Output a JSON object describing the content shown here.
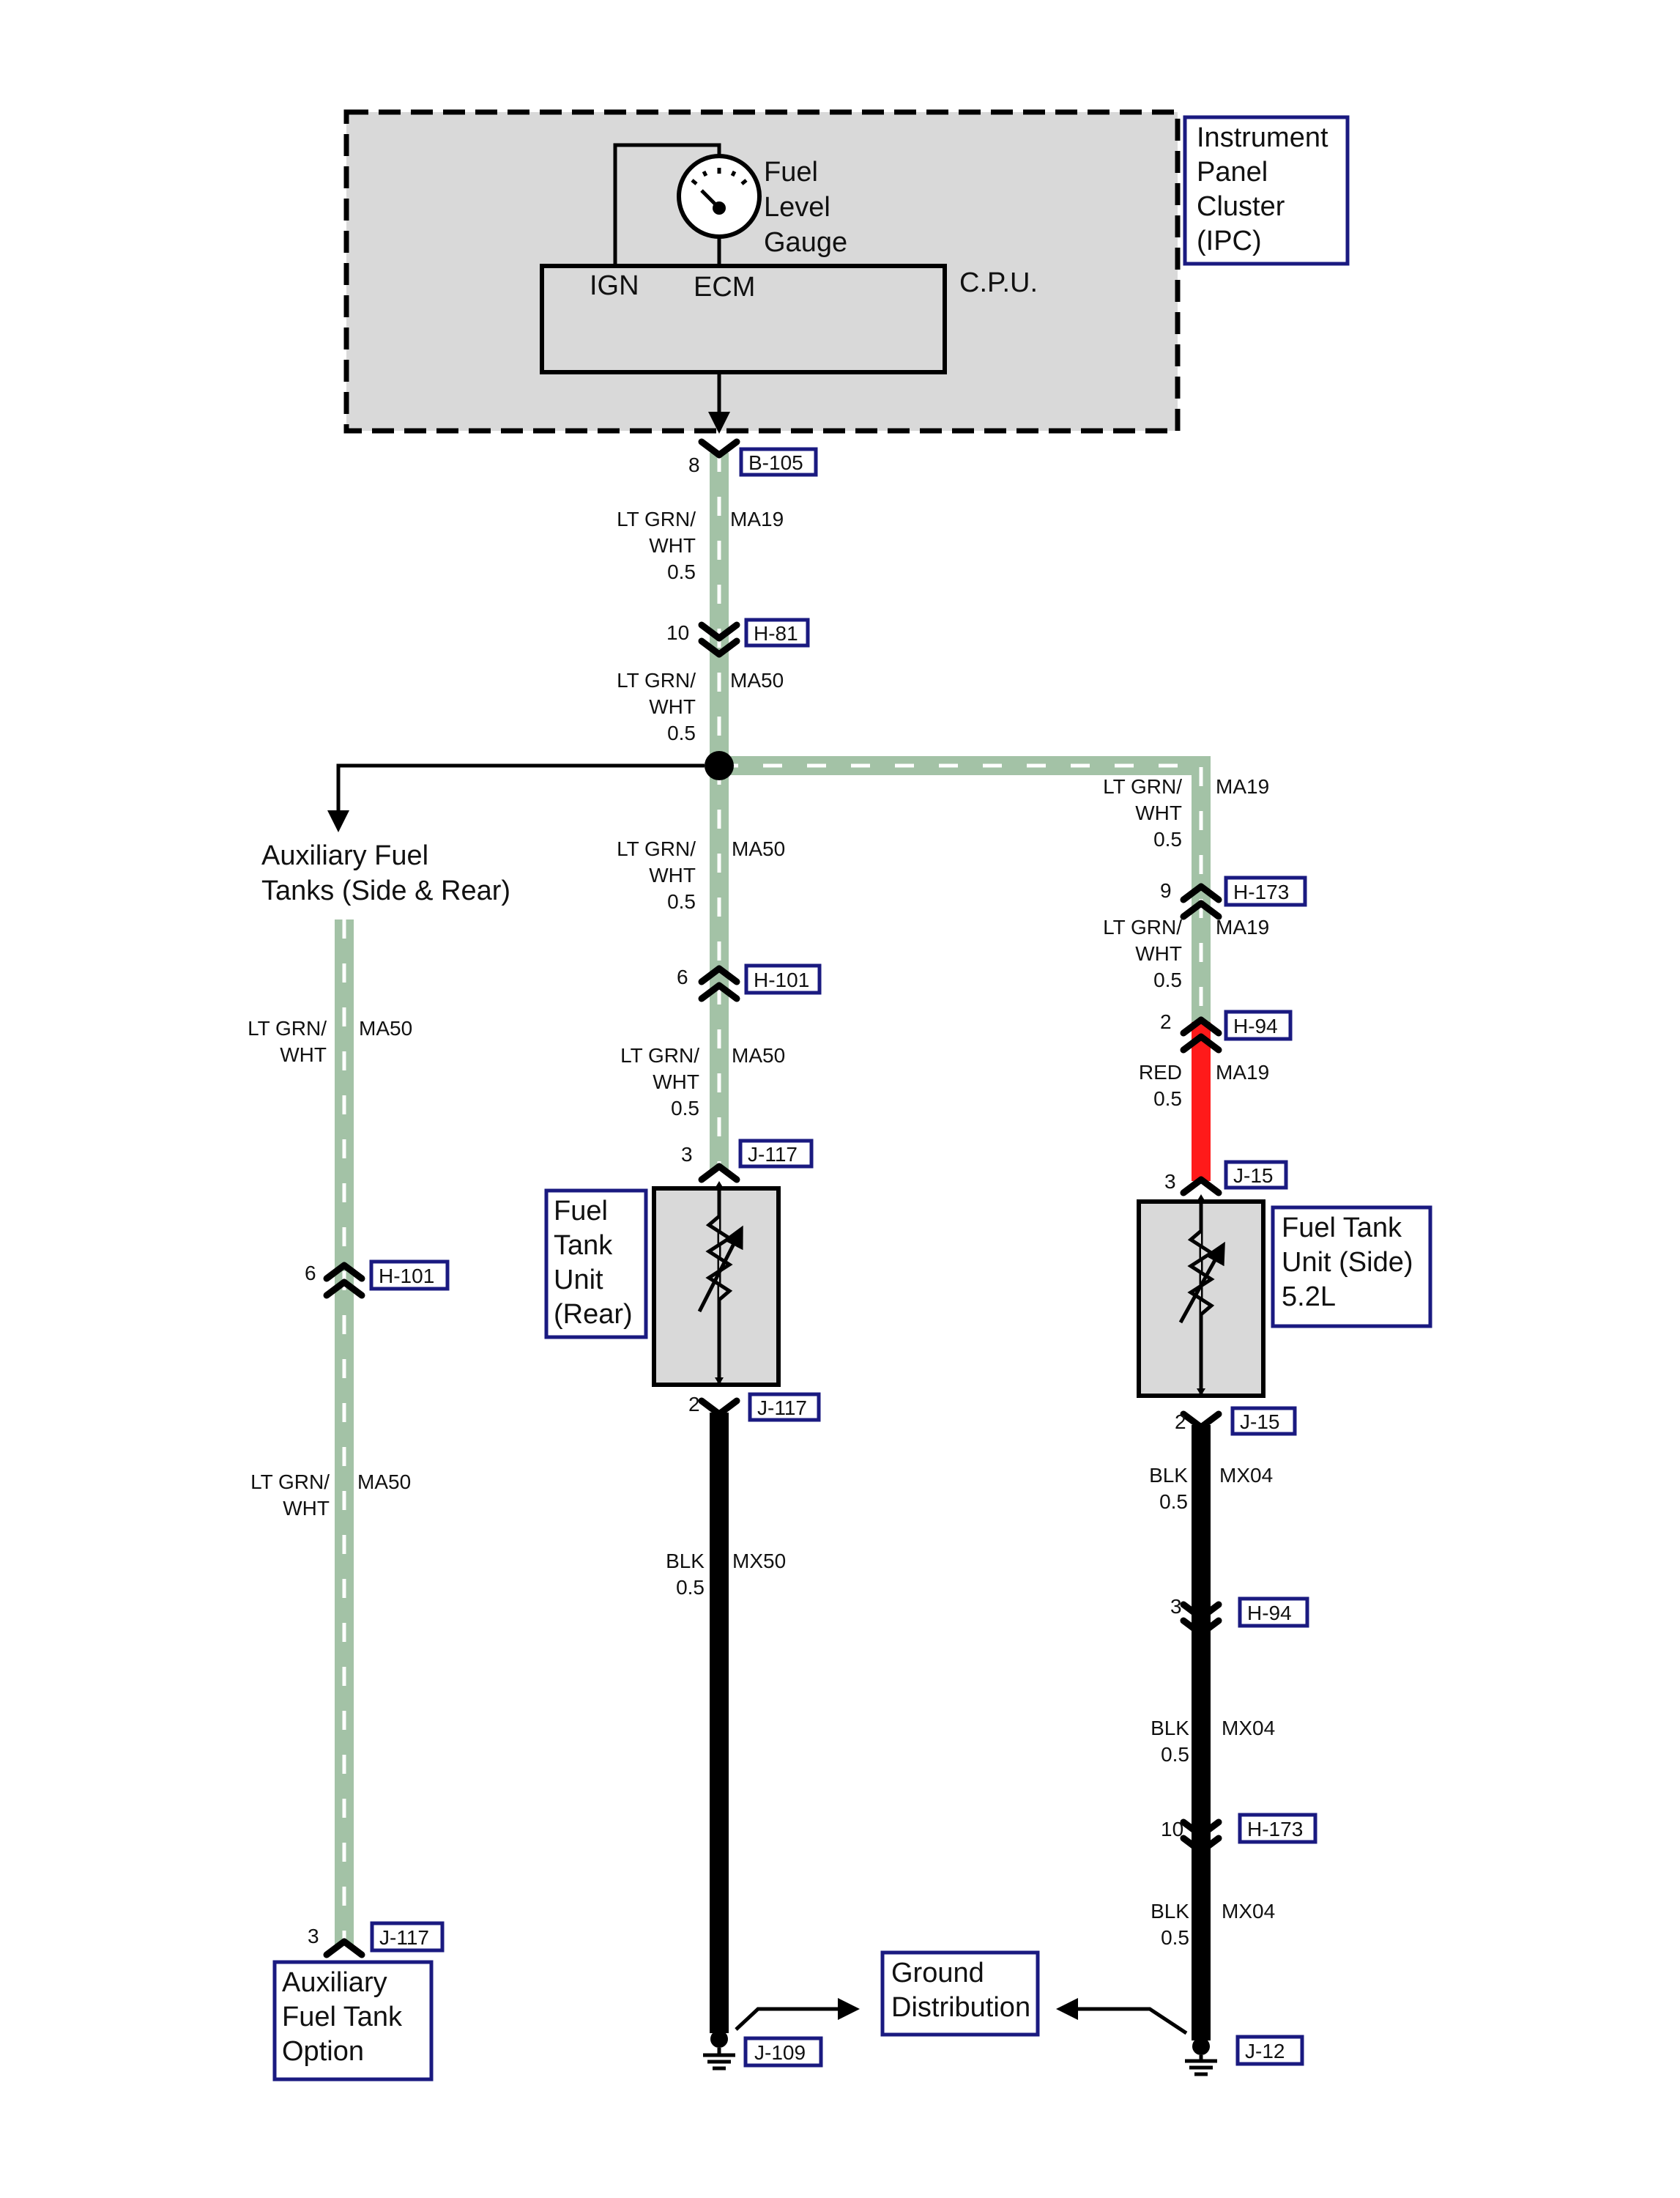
{
  "ipc": {
    "label_lines": [
      "Instrument",
      "Panel",
      "Cluster",
      "(IPC)"
    ],
    "gauge_lines": [
      "Fuel",
      "Level",
      "Gauge"
    ],
    "cpu": "C.P.U.",
    "ign": "IGN",
    "ecm": "ECM"
  },
  "wires": {
    "w1": {
      "color_lines": [
        "LT GRN/",
        "WHT",
        "0.5"
      ],
      "circuit": "MA19"
    },
    "w2": {
      "color_lines": [
        "LT GRN/",
        "WHT",
        "0.5"
      ],
      "circuit": "MA50"
    },
    "w3": {
      "color_lines": [
        "LT GRN/",
        "WHT",
        "0.5"
      ],
      "circuit": "MA50"
    },
    "w4": {
      "color_lines": [
        "LT GRN/",
        "WHT",
        "0.5"
      ],
      "circuit": "MA50"
    },
    "w5": {
      "color_lines": [
        "LT GRN/",
        "WHT",
        "0.5"
      ],
      "circuit": "MA19"
    },
    "w6": {
      "color_lines": [
        "LT GRN/",
        "WHT",
        "0.5"
      ],
      "circuit": "MA19"
    },
    "w7": {
      "color_lines": [
        "RED",
        "0.5"
      ],
      "circuit": "MA19"
    },
    "w8": {
      "color_lines": [
        "LT GRN/",
        "WHT"
      ],
      "circuit": "MA50"
    },
    "w9": {
      "color_lines": [
        "LT GRN/",
        "WHT"
      ],
      "circuit": "MA50"
    },
    "w10": {
      "color_lines": [
        "BLK",
        "0.5"
      ],
      "circuit": "MX50"
    },
    "w11": {
      "color_lines": [
        "BLK",
        "0.5"
      ],
      "circuit": "MX04"
    },
    "w12": {
      "color_lines": [
        "BLK",
        "0.5"
      ],
      "circuit": "MX04"
    },
    "w13": {
      "color_lines": [
        "BLK",
        "0.5"
      ],
      "circuit": "MX04"
    }
  },
  "connectors": {
    "b105": {
      "id": "B-105",
      "pin": "8"
    },
    "h81": {
      "id": "H-81",
      "pin": "10"
    },
    "h101c": {
      "id": "H-101",
      "pin": "6"
    },
    "j117top": {
      "id": "J-117",
      "pin": "3"
    },
    "j117bot": {
      "id": "J-117",
      "pin": "2"
    },
    "h173top": {
      "id": "H-173",
      "pin": "9"
    },
    "h94top": {
      "id": "H-94",
      "pin": "2"
    },
    "j15top": {
      "id": "J-15",
      "pin": "3"
    },
    "j15bot": {
      "id": "J-15",
      "pin": "2"
    },
    "h94bot": {
      "id": "H-94",
      "pin": "3"
    },
    "h173bot": {
      "id": "H-173",
      "pin": "10"
    },
    "h101l": {
      "id": "H-101",
      "pin": "6"
    },
    "j117l": {
      "id": "J-117",
      "pin": "3"
    },
    "j109": {
      "id": "J-109"
    },
    "j12": {
      "id": "J-12"
    }
  },
  "labels": {
    "aux_tanks": [
      "Auxiliary Fuel",
      "Tanks (Side & Rear)"
    ],
    "fuel_rear": [
      "Fuel",
      "Tank",
      "Unit",
      "(Rear)"
    ],
    "fuel_side": [
      "Fuel Tank",
      "Unit (Side)",
      "5.2L"
    ],
    "aux_option": [
      "Auxiliary",
      "Fuel Tank",
      "Option"
    ],
    "ground": [
      "Ground",
      "Distribution"
    ]
  },
  "colors": {
    "green_wire": "#a3c2a6",
    "red_wire": "#ff1a1a",
    "black_wire": "#000000",
    "box_border": "#1a1a80",
    "component_fill": "#d9d9d9"
  }
}
